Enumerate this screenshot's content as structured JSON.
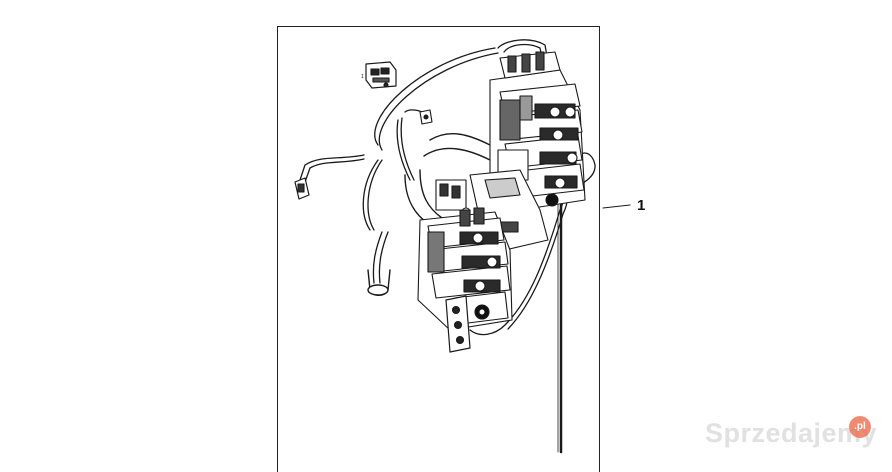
{
  "diagram": {
    "callout_number": "1",
    "inset_label": "1"
  },
  "watermark": {
    "text": "Sprzedajemy",
    "badge": ".pl"
  }
}
